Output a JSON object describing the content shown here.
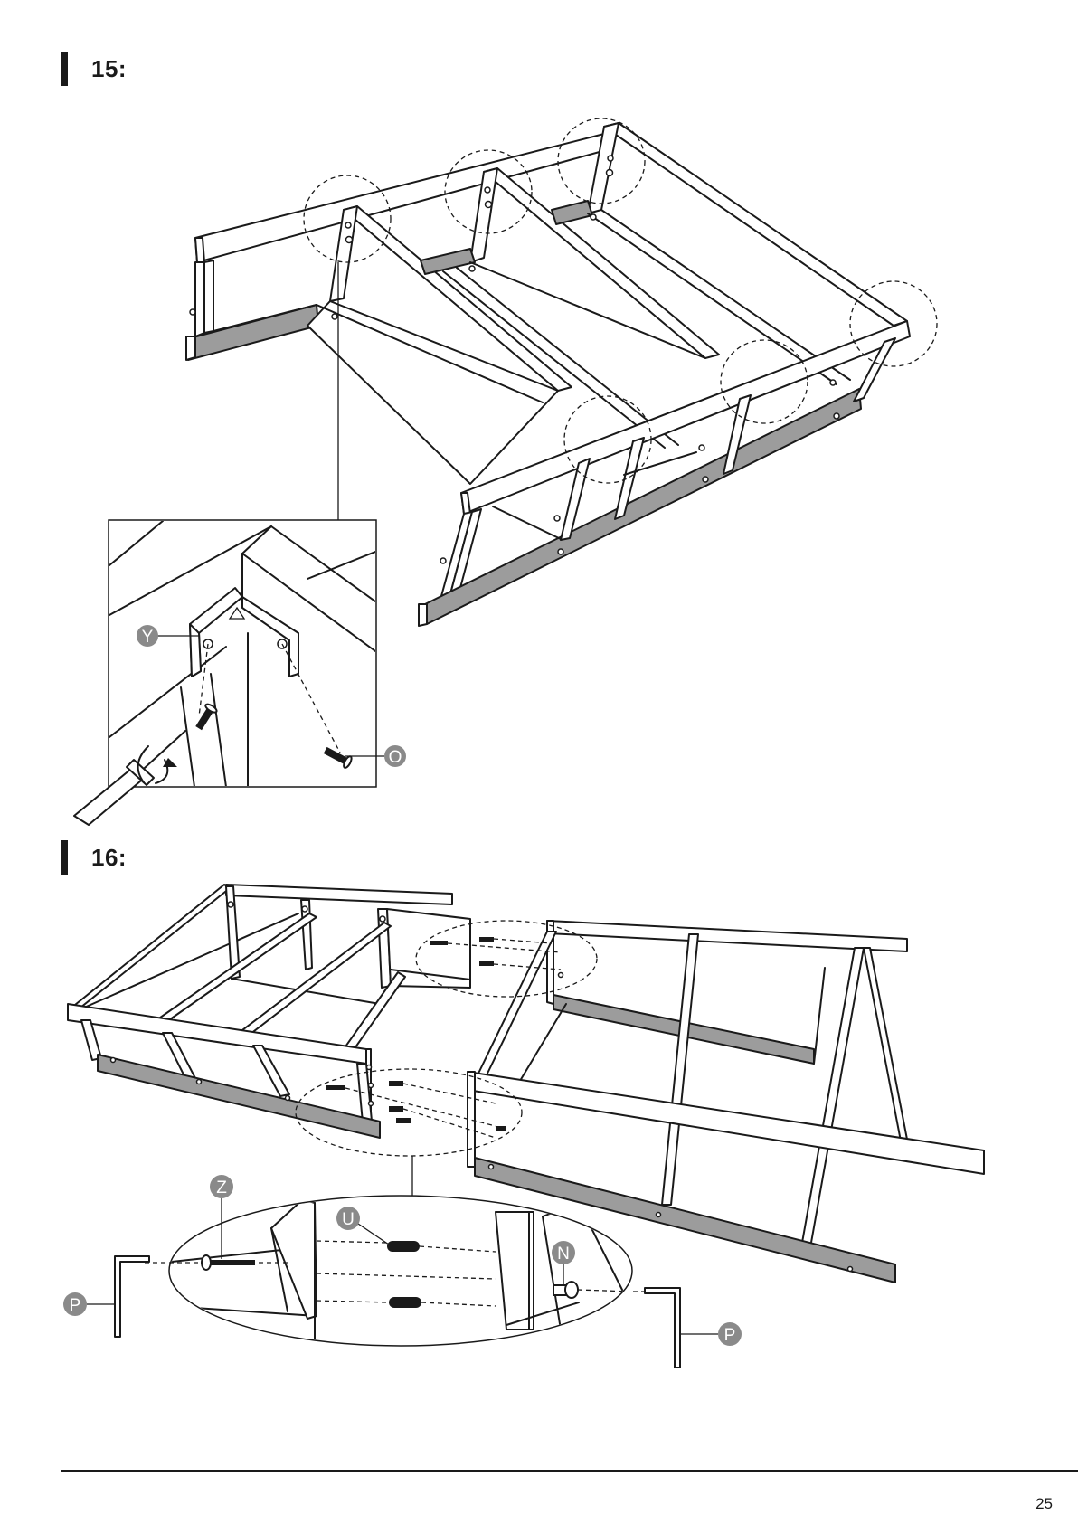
{
  "steps": [
    {
      "label": "15:"
    },
    {
      "label": "16:"
    }
  ],
  "parts": {
    "Y": "Y",
    "O": "O",
    "Z": "Z",
    "U": "U",
    "N": "N",
    "P": "P"
  },
  "icons": {
    "screwdriver": "screwdriver-icon",
    "allen_key": "allen-key-icon",
    "rotate": "rotate-arrow-icon"
  },
  "footer": {
    "page_number": "25"
  },
  "colors": {
    "ink": "#1a1a1a",
    "shade": "#9c9c9c",
    "callout": "#8a8a8a"
  }
}
